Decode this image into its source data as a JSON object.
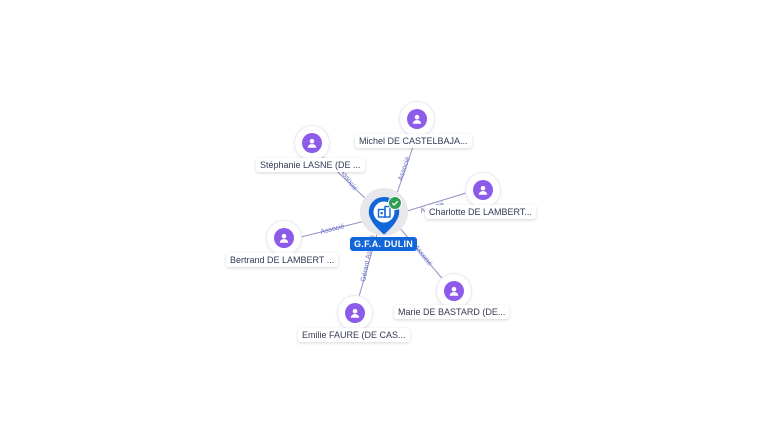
{
  "center": {
    "name": "G.F.A. DULIN",
    "icon": "building-icon",
    "status_icon": "check-icon",
    "color": "#1167d8"
  },
  "people": [
    {
      "id": "michel",
      "name": "Michel DE CASTELBAJA...",
      "relation": "Associé"
    },
    {
      "id": "stephanie",
      "name": "Stéphanie LASNE (DE ...",
      "relation": "Associé"
    },
    {
      "id": "charlotte",
      "name": "Charlotte DE LAMBERT...",
      "relation": "Associé"
    },
    {
      "id": "bertrand",
      "name": "Bertrand DE LAMBERT ...",
      "relation": "Associé"
    },
    {
      "id": "marie",
      "name": "Marie DE BASTARD (DE...",
      "relation": "Associé"
    },
    {
      "id": "emilie",
      "name": "Emilie FAURE (DE CAS...",
      "relation": "Gérant Associé"
    }
  ],
  "colors": {
    "person_icon": "#8d5bea",
    "edge": "#8f93c4",
    "edge_label": "#6b6fc4"
  }
}
